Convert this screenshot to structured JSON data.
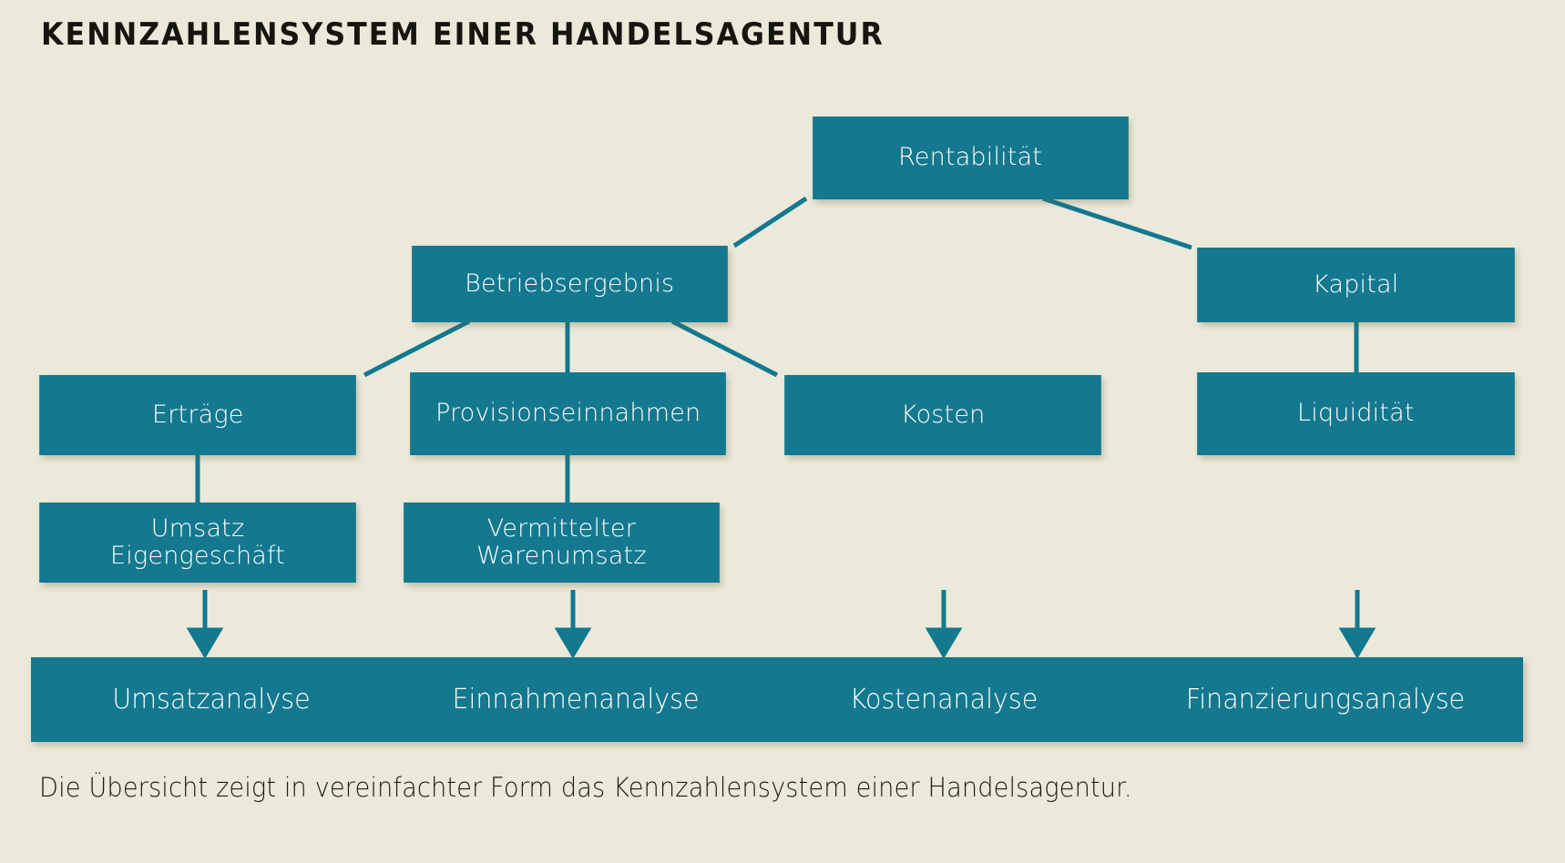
{
  "title": "KENNZAHLENSYSTEM EINER HANDELSAGENTUR",
  "caption": "Die Übersicht zeigt in vereinfachter Form das Kennzahlensystem einer Handelsagentur.",
  "colors": {
    "background": "#ebeada",
    "box": "#14788f",
    "box_text": "#ffffff",
    "connector": "#14788f",
    "title_text": "#17150f",
    "caption_text": "#1b1a12"
  },
  "chart_data": {
    "type": "diagram",
    "title": "KENNZAHLENSYSTEM EINER HANDELSAGENTUR",
    "orientation": "top-down tree",
    "levels": [
      {
        "level": 1,
        "nodes": [
          "Rentabilität"
        ]
      },
      {
        "level": 2,
        "nodes": [
          "Betriebsergebnis",
          "Kapital"
        ]
      },
      {
        "level": 3,
        "nodes": [
          "Erträge",
          "Provisionseinnahmen",
          "Kosten",
          "Liquidität"
        ]
      },
      {
        "level": 4,
        "nodes": [
          "Umsatz Eigengeschäft",
          "Vermittelter Warenumsatz"
        ]
      },
      {
        "level": 5,
        "nodes": [
          "Umsatzanalyse",
          "Einnahmenanalyse",
          "Kostenanalyse",
          "Finanzierungsanalyse"
        ]
      }
    ],
    "edges": [
      {
        "from": "Rentabilität",
        "to": "Betriebsergebnis",
        "style": "diagonal"
      },
      {
        "from": "Rentabilität",
        "to": "Kapital",
        "style": "diagonal"
      },
      {
        "from": "Betriebsergebnis",
        "to": "Erträge",
        "style": "diagonal"
      },
      {
        "from": "Betriebsergebnis",
        "to": "Provisionseinnahmen",
        "style": "vertical"
      },
      {
        "from": "Betriebsergebnis",
        "to": "Kosten",
        "style": "diagonal"
      },
      {
        "from": "Kapital",
        "to": "Liquidität",
        "style": "vertical"
      },
      {
        "from": "Erträge",
        "to": "Umsatz Eigengeschäft",
        "style": "vertical"
      },
      {
        "from": "Provisionseinnahmen",
        "to": "Vermittelter Warenumsatz",
        "style": "vertical"
      },
      {
        "from": "Umsatz Eigengeschäft",
        "to": "Umsatzanalyse",
        "style": "arrow"
      },
      {
        "from": "Vermittelter Warenumsatz",
        "to": "Einnahmenanalyse",
        "style": "arrow"
      },
      {
        "from": "Kosten",
        "to": "Kostenanalyse",
        "style": "arrow"
      },
      {
        "from": "Liquidität",
        "to": "Finanzierungsanalyse",
        "style": "arrow"
      }
    ]
  },
  "nodes": {
    "rentabilitaet": {
      "label": "Rentabilität"
    },
    "betriebsergebnis": {
      "label": "Betriebsergebnis"
    },
    "kapital": {
      "label": "Kapital"
    },
    "ertraege": {
      "label": "Erträge"
    },
    "provisionseinnahmen": {
      "label": "Provisionseinnahmen"
    },
    "kosten": {
      "label": "Kosten"
    },
    "liquiditaet": {
      "label": "Liquidität"
    },
    "umsatz_eigengeschaeft_line1": "Umsatz",
    "umsatz_eigengeschaeft_line2": "Eigengeschäft",
    "vermittelter_warenumsatz_line1": "Vermittelter",
    "vermittelter_warenumsatz_line2": "Warenumsatz"
  },
  "bottom_bar": {
    "items": [
      {
        "label": "Umsatzanalyse"
      },
      {
        "label": "Einnahmenanalyse"
      },
      {
        "label": "Kostenanalyse"
      },
      {
        "label": "Finanzierungsanalyse"
      }
    ]
  }
}
